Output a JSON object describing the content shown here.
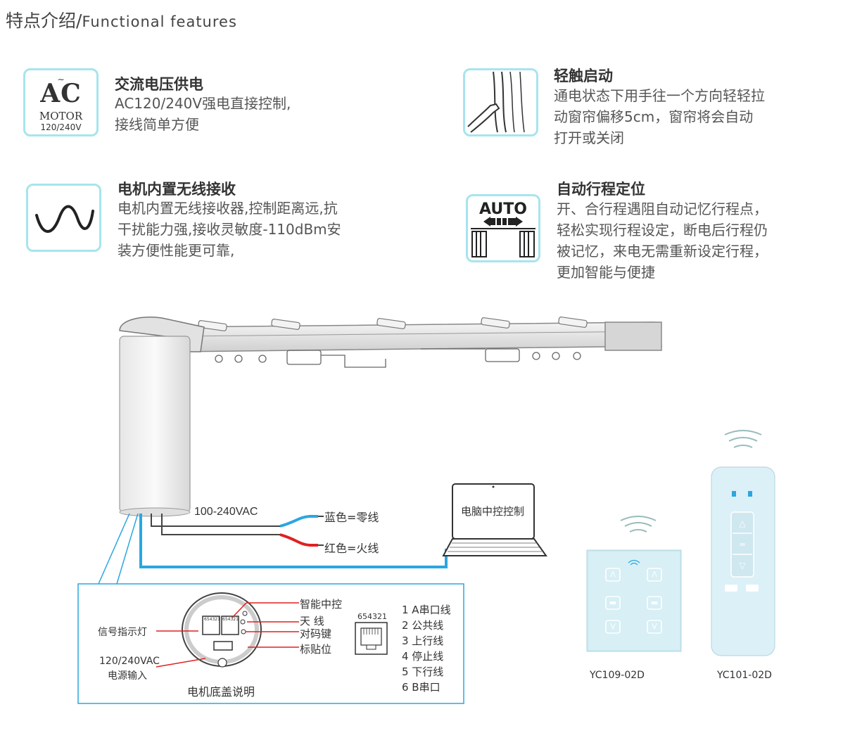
{
  "header": {
    "title_cn": "特点介绍/",
    "title_en": "Functional features"
  },
  "features": [
    {
      "icon": "ac-motor-icon",
      "icon_text": {
        "ac": "AC",
        "motor": "MOTOR",
        "voltage": "120/240V"
      },
      "title": "交流电压供电",
      "lines": [
        "AC120/240V强电直接控制,",
        "接线简单方便"
      ]
    },
    {
      "icon": "curtain-hand-icon",
      "title": "轻触启动",
      "lines": [
        "通电状态下用手往一个方向轻轻拉",
        "动窗帘偏移5cm，窗帘将会自动",
        "打开或关闭"
      ]
    },
    {
      "icon": "wireless-wave-icon",
      "title": "电机内置无线接收",
      "lines": [
        "电机内置无线接收器,控制距离远,抗",
        "干扰能力强,接收灵敏度-110dBm安",
        "装方便性能更可靠,"
      ]
    },
    {
      "icon": "auto-travel-icon",
      "icon_text": {
        "auto": "AUTO"
      },
      "title": "自动行程定位",
      "lines": [
        "开、合行程遇阻自动记忆行程点，",
        "轻松实现行程设定，断电后行程仍",
        "被记忆，来电无需重新设定行程，",
        "更加智能与便捷"
      ]
    }
  ],
  "diagram": {
    "voltage_label": "100-240VAC",
    "blue_wire": "蓝色=零线",
    "red_wire": "红色=火线",
    "laptop_label": "电脑中控控制",
    "wire_colors": {
      "blue": "#2aa7e0",
      "red": "#e02020"
    },
    "bottom_panel": {
      "caption": "电机底盖说明",
      "signal_light": "信号指示灯",
      "power_input_1": "120/240VAC",
      "power_input_2": "电源输入",
      "smart_control": "智能中控",
      "antenna": "天    线",
      "pair_key": "对码键",
      "sticker": "标贴位",
      "port_digits_left": "654321",
      "port_digits_right": "654321",
      "jack_digits": "654321",
      "pinout": [
        "1 A串口线",
        "2 公共线",
        "3 上行线",
        "4 停止线",
        "5 下行线",
        "6 B串口"
      ]
    },
    "wall_switch": {
      "model": "YC109-02D"
    },
    "remote": {
      "model": "YC101-02D"
    },
    "accent_color": "#a7e4ee"
  }
}
